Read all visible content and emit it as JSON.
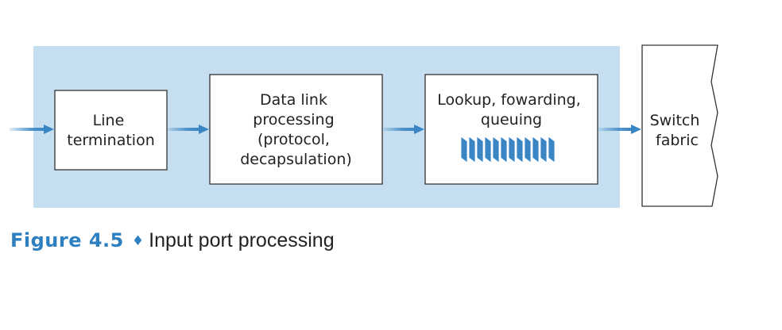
{
  "figure": {
    "number": "Figure 4.5",
    "separator": "♦",
    "caption": "Input port processing"
  },
  "blocks": {
    "line_termination": [
      "Line",
      "termination"
    ],
    "data_link": [
      "Data link",
      "processing",
      "(protocol,",
      "decapsulation)"
    ],
    "lookup": [
      "Lookup, fowarding,",
      "queuing"
    ],
    "switch_fabric": [
      "Switch",
      "fabric"
    ]
  },
  "colors": {
    "panel": "#c6dff0",
    "arrow": "#3a86c4",
    "queue": "#3a86c4",
    "accent": "#2e7fc0",
    "box_border": "#333333"
  }
}
